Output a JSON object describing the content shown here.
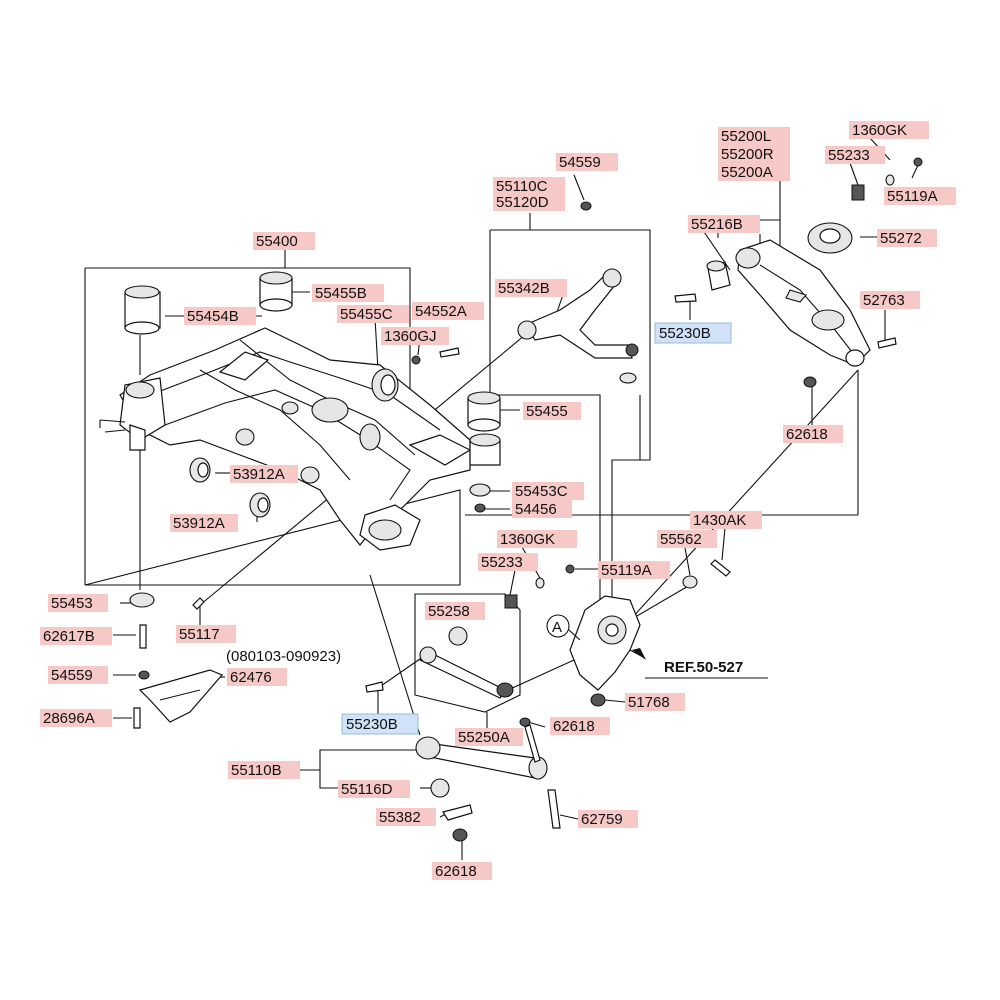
{
  "colors": {
    "label_bg": "#f7c9c6",
    "label_bg_blue": "#cfe2f7",
    "line": "#111111",
    "background": "#ffffff"
  },
  "labels": {
    "p55400": "55400",
    "p55454B": "55454B",
    "p55455B": "55455B",
    "p55455C": "55455C",
    "p54552A": "54552A",
    "p1360GJ": "1360GJ",
    "p55455": "55455",
    "p53912A_1": "53912A",
    "p53912A_2": "53912A",
    "p55453C": "55453C",
    "p54456": "54456",
    "p55453": "55453",
    "p55117": "55117",
    "p62617B": "62617B",
    "p54559_left": "54559",
    "p62476": "62476",
    "p28696A": "28696A",
    "p54559_top": "54559",
    "p55110C": "55110C",
    "p55120D": "55120D",
    "p55342B": "55342B",
    "p55200L": "55200L",
    "p55200R": "55200R",
    "p55200A": "55200A",
    "p1360GK_top": "1360GK",
    "p55233_top": "55233",
    "p55119A_top": "55119A",
    "p55216B": "55216B",
    "p55272": "55272",
    "p55230B_top": "55230B",
    "p52763": "52763",
    "p62618_right": "62618",
    "p1430AK": "1430AK",
    "p55562": "55562",
    "p1360GK_mid": "1360GK",
    "p55233_mid": "55233",
    "p55119A_mid": "55119A",
    "p55258": "55258",
    "p51768": "51768",
    "p55230B_bottom": "55230B",
    "p55250A": "55250A",
    "p62618_mid": "62618",
    "p55110B": "55110B",
    "p55116D": "55116D",
    "p55382": "55382",
    "p62759": "62759",
    "p62618_bottom": "62618"
  },
  "notes": {
    "date_range": "(080103-090923)",
    "ref": "REF.50-527",
    "callout_a": "A"
  }
}
